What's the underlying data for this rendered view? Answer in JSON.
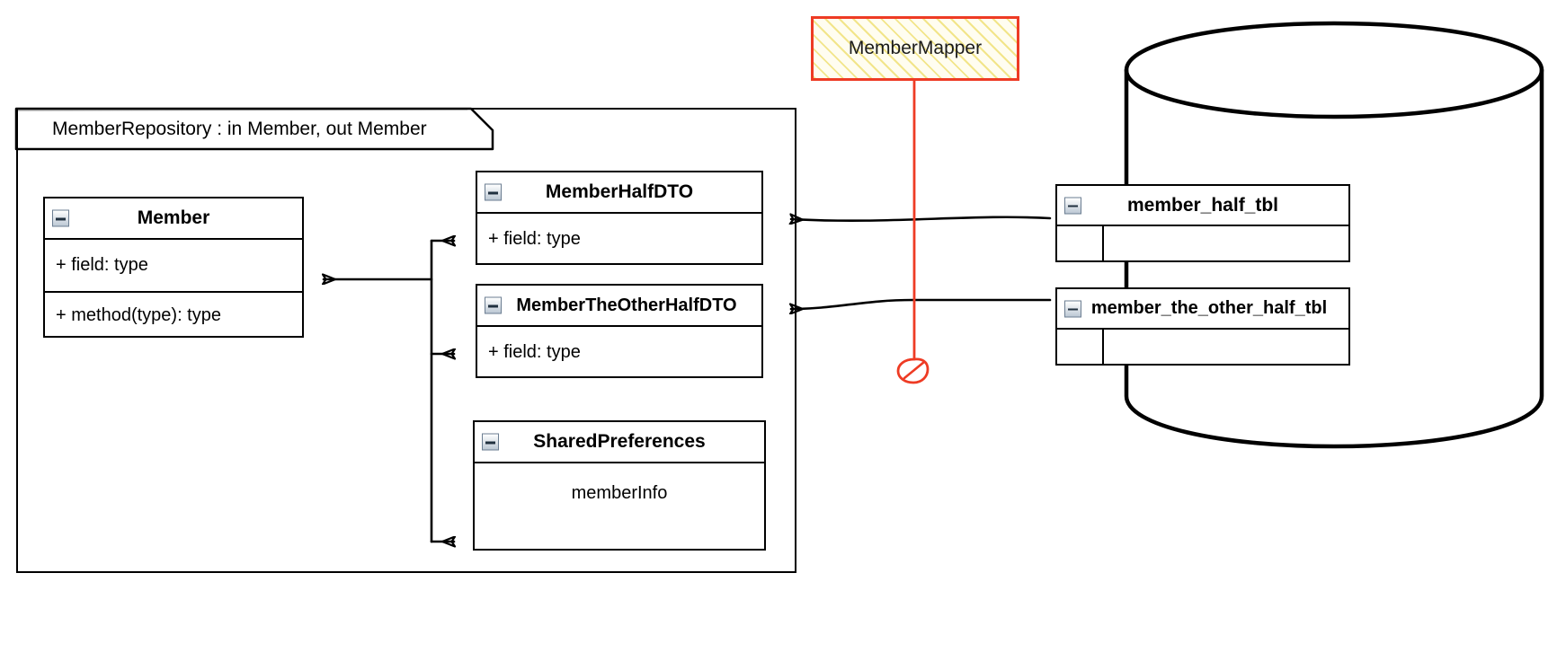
{
  "diagram": {
    "title": "MemberRepository class relationship diagram",
    "colors": {
      "stroke": "#000000",
      "note_border": "#ee3b24",
      "note_fill": "#fffdf0",
      "note_hatch": "#f0e178",
      "link_red": "#ee3b24"
    }
  },
  "package": {
    "label": "MemberRepository : in Member, out Member"
  },
  "note": {
    "label": "MemberMapper"
  },
  "database": {
    "label": "database-cylinder"
  },
  "classes": [
    {
      "id": "member",
      "name": "Member",
      "icon": "collapse-minus-icon",
      "compartments": [
        "+ field: type",
        "+ method(type): type"
      ]
    },
    {
      "id": "member-half-dto",
      "name": "MemberHalfDTO",
      "icon": "collapse-minus-icon",
      "compartments": [
        "+ field: type"
      ]
    },
    {
      "id": "member-the-other-half-dto",
      "name": "MemberTheOtherHalfDTO",
      "icon": "collapse-minus-icon",
      "compartments": [
        "+ field: type"
      ]
    },
    {
      "id": "shared-preferences",
      "name": "SharedPreferences",
      "icon": "collapse-minus-icon",
      "compartments": [
        "memberInfo"
      ]
    }
  ],
  "tables": [
    {
      "id": "member-half-tbl",
      "name": "member_half_tbl",
      "icon": "collapse-minus-icon",
      "row": [
        "",
        ""
      ]
    },
    {
      "id": "member-the-other-half-tbl",
      "name": "member_the_other_half_tbl",
      "icon": "collapse-minus-icon",
      "row": [
        "",
        ""
      ]
    }
  ],
  "connectors": [
    {
      "id": "member-to-dtos-trunk",
      "kind": "hollow-arrow-branch"
    },
    {
      "id": "trunk-to-member",
      "kind": "hollow-arrow"
    },
    {
      "id": "trunk-to-member-half-dto",
      "kind": "hollow-arrow"
    },
    {
      "id": "trunk-to-member-the-other-half-dto",
      "kind": "hollow-arrow"
    },
    {
      "id": "trunk-to-shared-preferences",
      "kind": "hollow-arrow"
    },
    {
      "id": "member-half-tbl-to-dto",
      "kind": "hollow-arrow"
    },
    {
      "id": "member-the-other-half-tbl-to-dto",
      "kind": "hollow-arrow"
    },
    {
      "id": "mapper-red-link",
      "kind": "red-line-with-circle-slash-end"
    }
  ]
}
